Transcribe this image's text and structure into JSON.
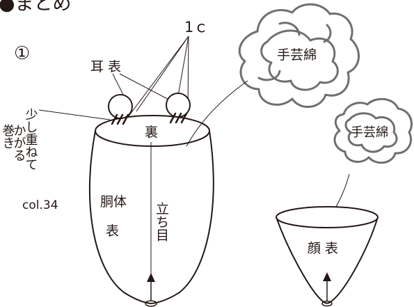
{
  "header": {
    "title": "●まとめ"
  },
  "step": {
    "number": "①"
  },
  "labels": {
    "count_1c": "1ｃ",
    "ears_surface": "耳 表",
    "wrap_line1": "巻き",
    "wrap_line2": "少し重ねて",
    "wrap_line3": "かがる",
    "body_back": "裏",
    "body_name": "胴体",
    "body_surface": "表",
    "tachi_me": "立ち目",
    "color_code": "col.34",
    "stuffing_large": "手芸綿",
    "stuffing_small": "手芸綿",
    "face_surface": "顔 表"
  },
  "colors": {
    "ink": "#231815",
    "wool": "#6f6f6f"
  }
}
